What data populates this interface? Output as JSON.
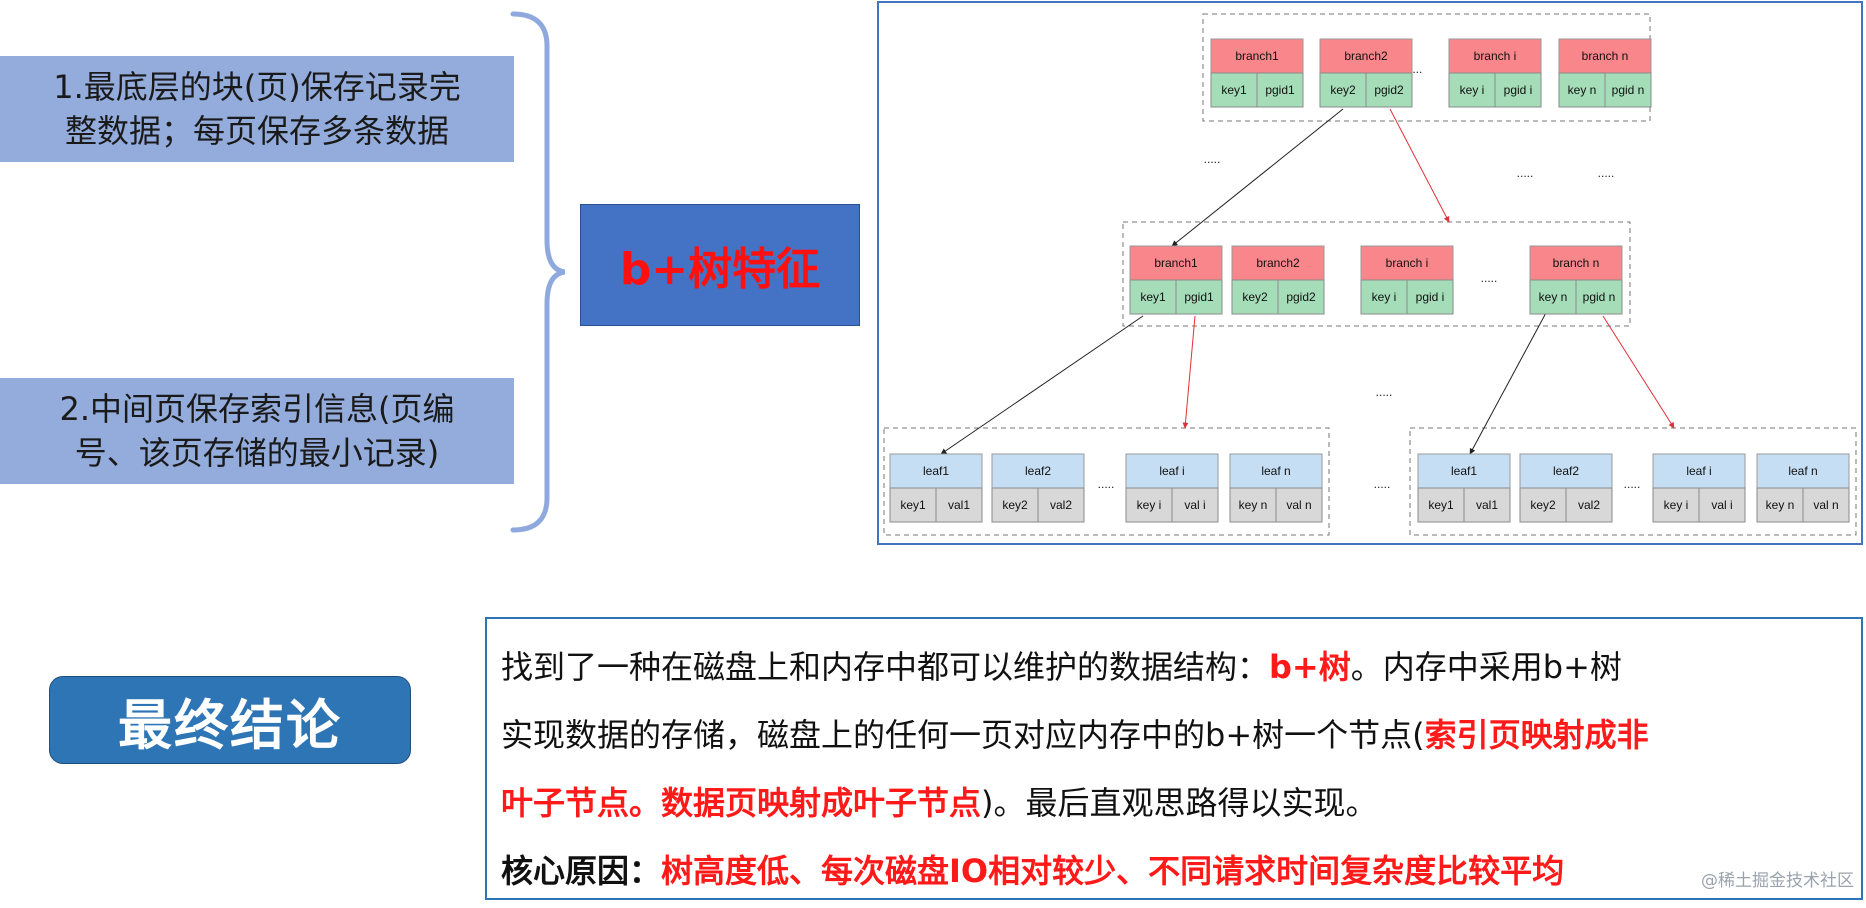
{
  "features": {
    "item1": "1.最底层的块(页)保存记录完\n整数据；每页保存多条数据",
    "item2": "2.中间页保存索引信息(页编\n号、该页存储的最小记录)",
    "title": "b+树特征"
  },
  "diagram": {
    "ellipsis": ".....",
    "row1": [
      {
        "head": "branch1",
        "k": "key1",
        "v": "pgid1"
      },
      {
        "head": "branch2",
        "k": "key2",
        "v": "pgid2"
      },
      {
        "head": "branch i",
        "k": "key i",
        "v": "pgid i"
      },
      {
        "head": "branch n",
        "k": "key n",
        "v": "pgid n"
      }
    ],
    "row2": [
      {
        "head": "branch1",
        "k": "key1",
        "v": "pgid1"
      },
      {
        "head": "branch2",
        "k": "key2",
        "v": "pgid2"
      },
      {
        "head": "branch i",
        "k": "key i",
        "v": "pgid i"
      },
      {
        "head": "branch n",
        "k": "key n",
        "v": "pgid n"
      }
    ],
    "leaves_left": [
      {
        "head": "leaf1",
        "k": "key1",
        "v": "val1"
      },
      {
        "head": "leaf2",
        "k": "key2",
        "v": "val2"
      },
      {
        "head": "leaf i",
        "k": "key i",
        "v": "val i"
      },
      {
        "head": "leaf n",
        "k": "key n",
        "v": "val n"
      }
    ],
    "leaves_right": [
      {
        "head": "leaf1",
        "k": "key1",
        "v": "val1"
      },
      {
        "head": "leaf2",
        "k": "key2",
        "v": "val2"
      },
      {
        "head": "leaf i",
        "k": "key i",
        "v": "val i"
      },
      {
        "head": "leaf n",
        "k": "key n",
        "v": "val n"
      }
    ],
    "colors": {
      "branch_head": "#f8868a",
      "branch_cell": "#a6ddb9",
      "leaf_head": "#c5def4",
      "leaf_cell": "#d8d8d8",
      "edge_black": "#222222",
      "edge_red": "#e0303a",
      "frame": "#4472c4"
    }
  },
  "conclusion": {
    "label": "最终结论",
    "line1_a": "找到了一种在磁盘上和内存中都可以维护的数据结构：",
    "line1_red": "b+树",
    "line1_b": "。内存中采用b+树",
    "line2_a": "实现数据的存储，磁盘上的任何一页对应内存中的b+树一个节点(",
    "line2_red": "索引页映射成非",
    "line3_red": "叶子节点。数据页映射成叶子节点",
    "line3_b": ")。最后直观思路得以实现。",
    "line4_bold": "核心原因：",
    "line4_red": "树高度低、每次磁盘IO相对较少、不同请求时间复杂度比较平均"
  },
  "watermark": "@稀土掘金技术社区"
}
